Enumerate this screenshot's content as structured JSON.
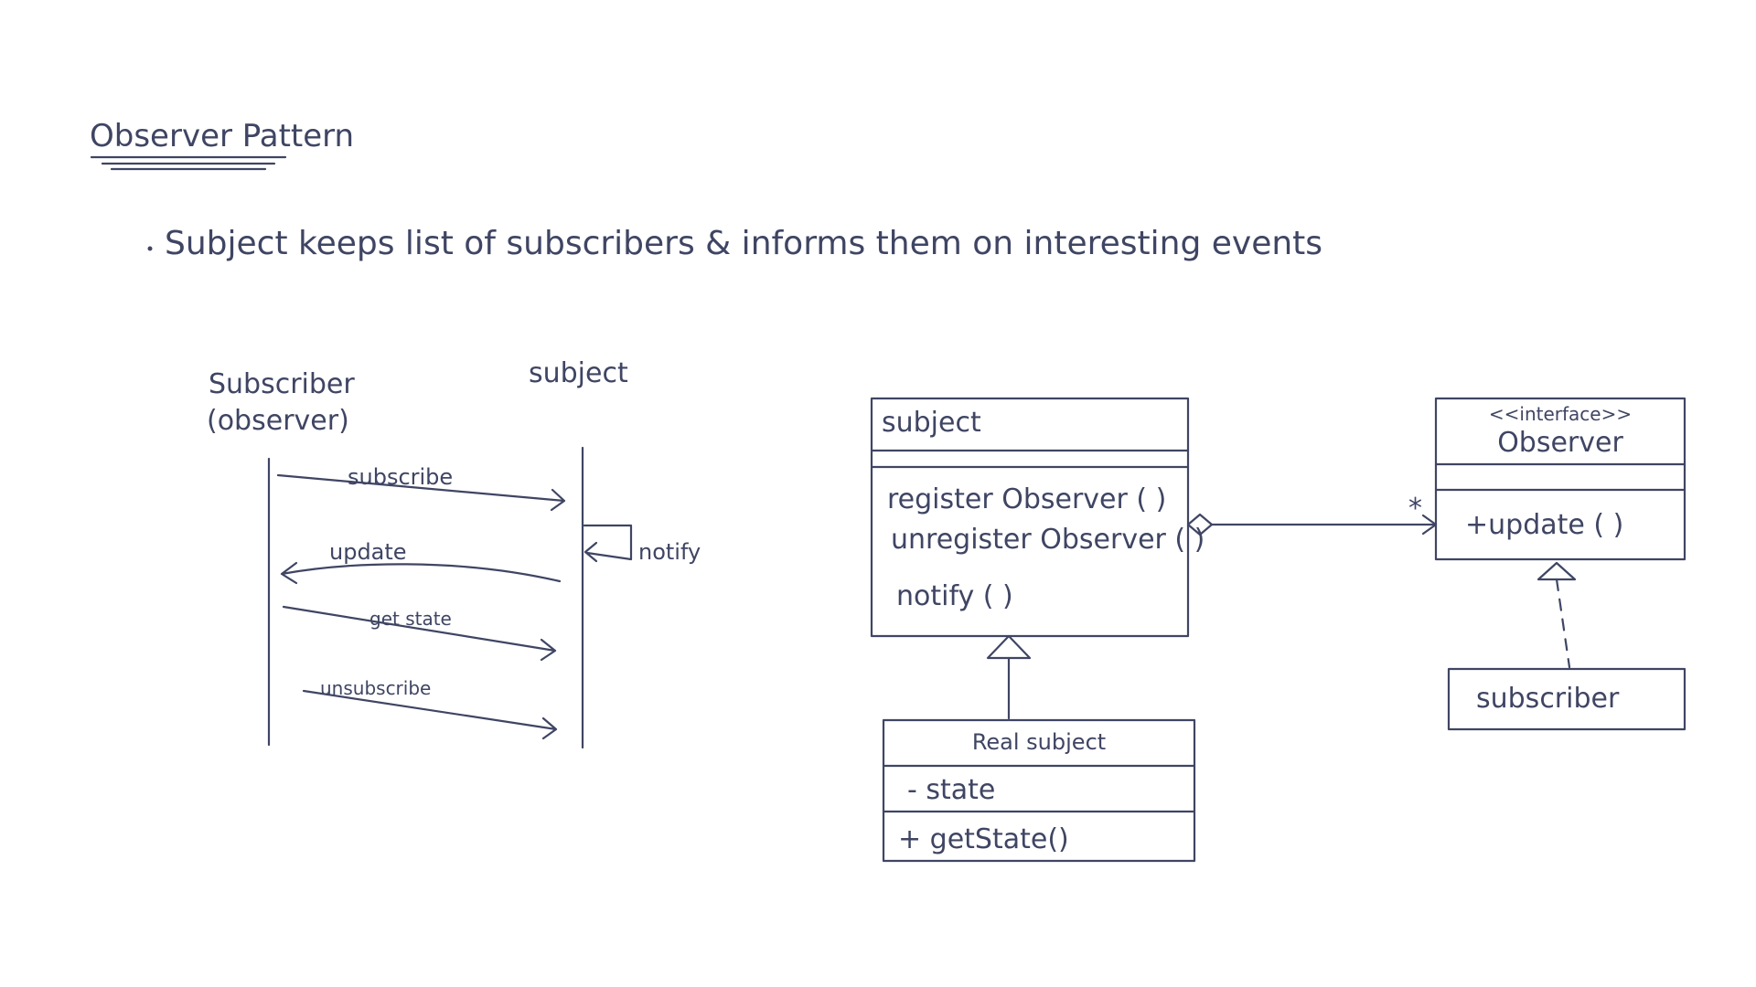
{
  "title": "Observer Pattern",
  "note": "Subject keeps list of subscribers & informs them on interesting events",
  "sequence": {
    "subscriber_label": "Subscriber",
    "subscriber_sublabel": "(observer)",
    "subject_label": "subject",
    "messages": {
      "subscribe": "subscribe",
      "update": "update",
      "get_state": "get state",
      "unsubscribe": "unsubscribe",
      "notify": "notify"
    }
  },
  "uml": {
    "subject_class": {
      "name": "subject",
      "methods": [
        "register Observer ( )",
        "unregister Observer ( )",
        "notify ( )"
      ]
    },
    "observer_interface": {
      "stereotype": "<<interface>>",
      "name": "Observer",
      "methods": [
        "+update ( )"
      ]
    },
    "multiplicity": "*",
    "real_subject": {
      "name": "Real subject",
      "attribute": "- state",
      "method": "+ getState()"
    },
    "subscriber_class": {
      "name": "subscriber"
    }
  },
  "colors": {
    "ink": "#3f4563",
    "background": "#ffffff"
  }
}
